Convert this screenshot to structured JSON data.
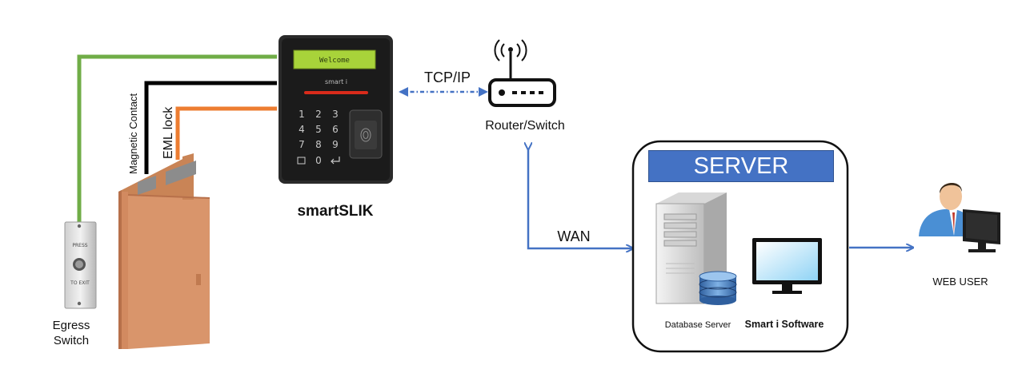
{
  "device": {
    "name": "smartSLIK",
    "lcd_text": "Welcome",
    "brand_text": "smart i"
  },
  "router": {
    "label": "Router/Switch",
    "link_label": "TCP/IP"
  },
  "wan_label": "WAN",
  "server": {
    "title": "SERVER",
    "database_label": "Database Server",
    "software_label": "Smart i Software"
  },
  "web_user_label": "WEB USER",
  "door": {
    "magnetic_contact_label": "Magnetic Contact",
    "eml_lock_label": "EML lock"
  },
  "egress": {
    "label_line1": "Egress",
    "label_line2": "Switch",
    "plate_top": "PRESS",
    "plate_bottom": "TO EXIT"
  },
  "keypad_keys": [
    "1",
    "2",
    "3",
    "4",
    "5",
    "6",
    "7",
    "8",
    "9",
    "",
    "0",
    ""
  ],
  "colors": {
    "green_wire": "#70ad47",
    "black_wire": "#000000",
    "orange_wire": "#ed7d31",
    "link_blue": "#4472c4",
    "door": "#d9956b",
    "banner": "#4472c4"
  },
  "icons": [
    "router-icon",
    "server-tower-icon",
    "database-icon",
    "monitor-icon",
    "web-user-icon",
    "fingerprint-icon"
  ]
}
